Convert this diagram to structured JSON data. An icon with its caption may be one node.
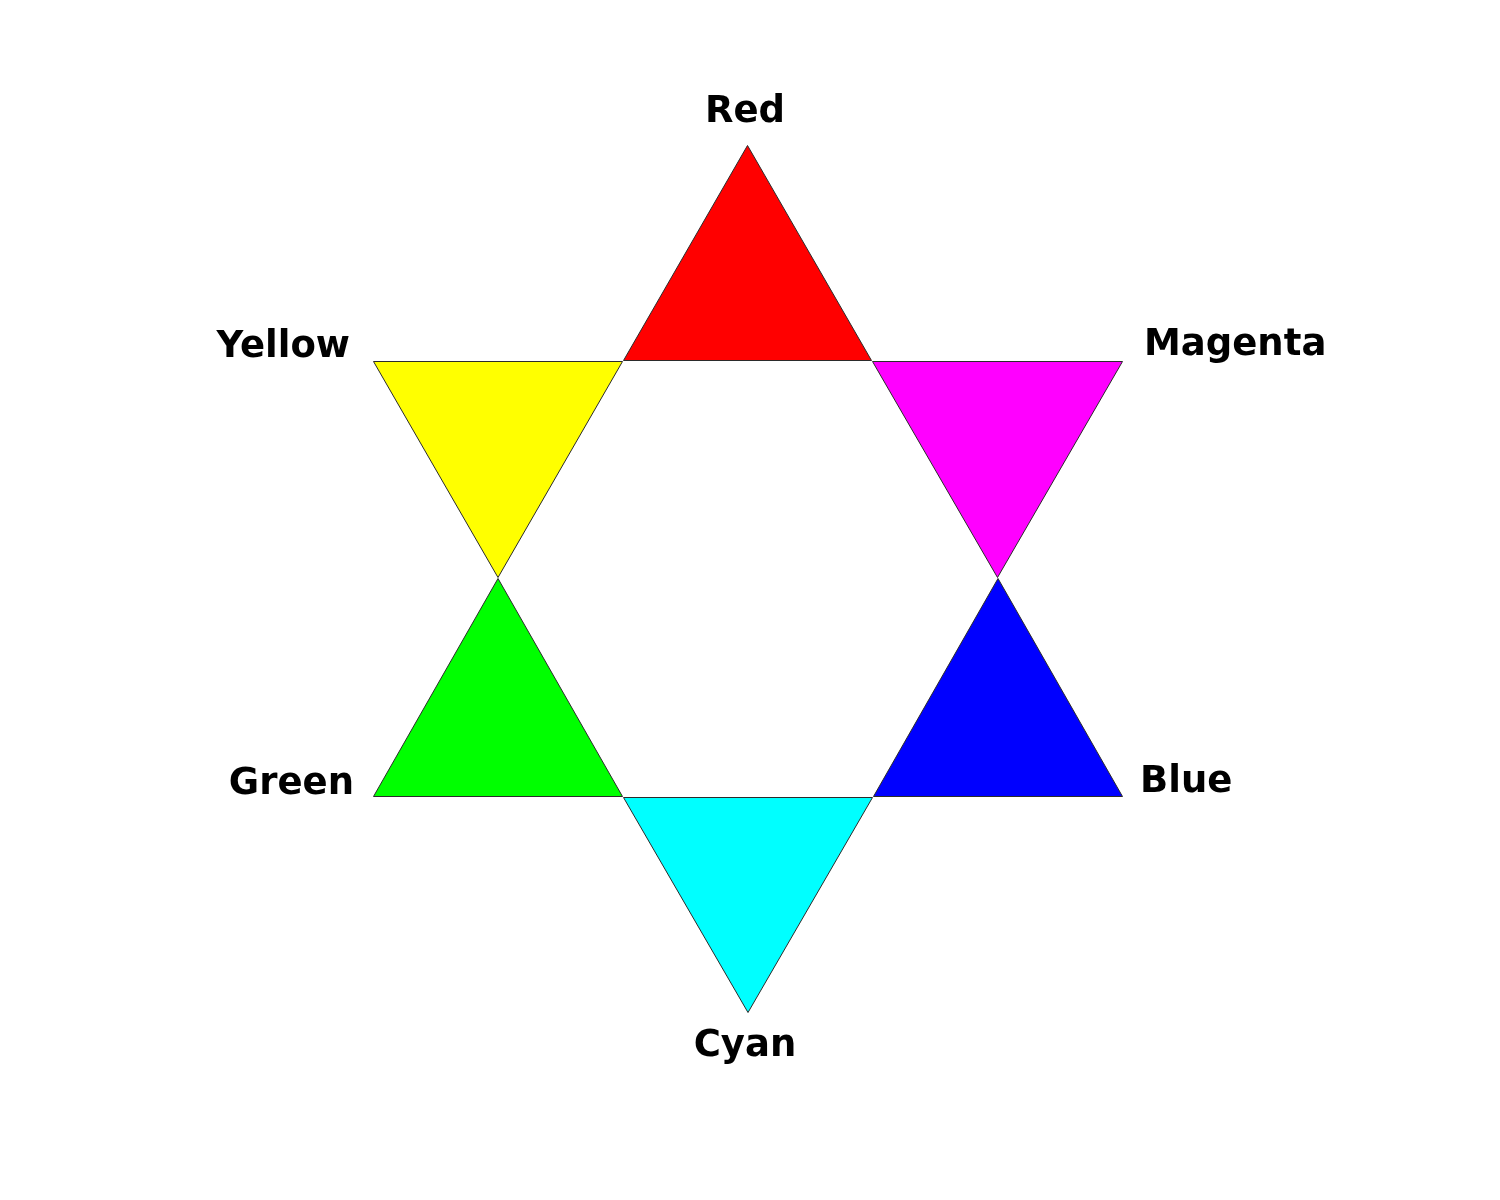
{
  "diagram": {
    "nodes": [
      {
        "text": [],
        "shape": "triangle",
        "beside": [
          "Red"
        ]
      },
      {
        "text": [],
        "shape": "triangle",
        "beside": [
          "Yellow"
        ]
      },
      {
        "text": [],
        "shape": "triangle",
        "beside": [
          "Magenta"
        ]
      },
      {
        "text": [],
        "shape": "triangle",
        "beside": [
          "Green"
        ]
      },
      {
        "text": [],
        "shape": "triangle",
        "beside": [
          "Blue"
        ]
      },
      {
        "text": [],
        "shape": "triangle",
        "beside": [
          "Cyan"
        ]
      }
    ]
  }
}
